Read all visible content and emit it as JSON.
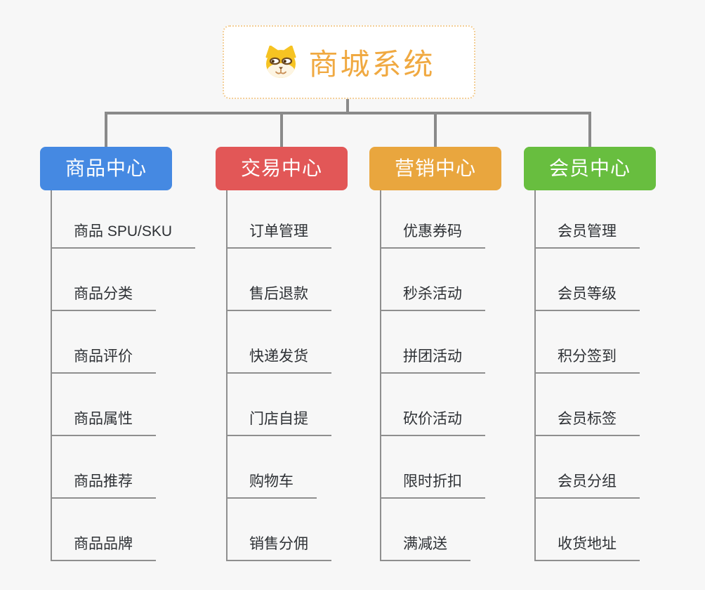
{
  "root": {
    "title": "商城系统",
    "icon": "dog-face-icon"
  },
  "branches": [
    {
      "label": "商品中心",
      "color": "#4589E2",
      "items": [
        "商品 SPU/SKU",
        "商品分类",
        "商品评价",
        "商品属性",
        "商品推荐",
        "商品品牌"
      ]
    },
    {
      "label": "交易中心",
      "color": "#E25757",
      "items": [
        "订单管理",
        "售后退款",
        "快递发货",
        "门店自提",
        "购物车",
        "销售分佣"
      ]
    },
    {
      "label": "营销中心",
      "color": "#E9A63E",
      "items": [
        "优惠券码",
        "秒杀活动",
        "拼团活动",
        "砍价活动",
        "限时折扣",
        "满减送"
      ]
    },
    {
      "label": "会员中心",
      "color": "#68BE3F",
      "items": [
        "会员管理",
        "会员等级",
        "积分签到",
        "会员标签",
        "会员分组",
        "收货地址"
      ]
    }
  ],
  "colors": {
    "background": "#F7F7F7",
    "root_text": "#F0A941",
    "root_border": "#F3CE96",
    "connector": "#8A8A8A",
    "item_text": "#2E3135",
    "underline": "#8F8F8F"
  }
}
